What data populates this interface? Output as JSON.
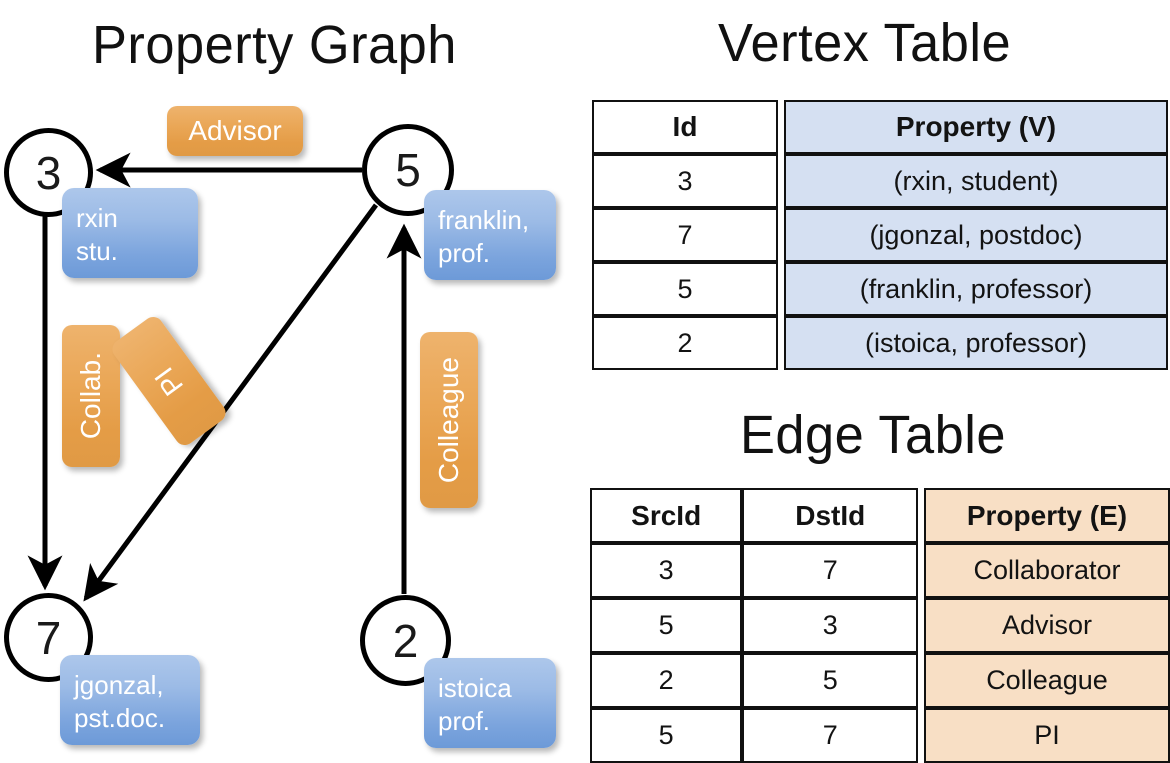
{
  "titles": {
    "property_graph": "Property Graph",
    "vertex_table": "Vertex Table",
    "edge_table": "Edge Table"
  },
  "graph": {
    "nodes": [
      {
        "id": "3",
        "property_lines": [
          "rxin",
          "stu."
        ]
      },
      {
        "id": "5",
        "property_lines": [
          "franklin,",
          "prof."
        ]
      },
      {
        "id": "7",
        "property_lines": [
          "jgonzal,",
          "pst.doc."
        ]
      },
      {
        "id": "2",
        "property_lines": [
          "istoica",
          "prof."
        ]
      }
    ],
    "edge_labels": [
      {
        "name": "advisor",
        "text": "Advisor"
      },
      {
        "name": "collab",
        "text": "Collab."
      },
      {
        "name": "pi",
        "text": "PI"
      },
      {
        "name": "colleague",
        "text": "Colleague"
      }
    ],
    "colors": {
      "node_stroke": "#000000",
      "vertex_box_fill": "#7ba4dd",
      "edge_box_fill": "#e9a757",
      "edge_line": "#000000"
    }
  },
  "vertex_table": {
    "headers": [
      "Id",
      "Property (V)"
    ],
    "rows": [
      {
        "id": "3",
        "property": "(rxin, student)"
      },
      {
        "id": "7",
        "property": "(jgonzal, postdoc)"
      },
      {
        "id": "5",
        "property": "(franklin, professor)"
      },
      {
        "id": "2",
        "property": "(istoica, professor)"
      }
    ],
    "property_fill": "#d5e0f2"
  },
  "edge_table": {
    "headers": [
      "SrcId",
      "DstId",
      "Property (E)"
    ],
    "rows": [
      {
        "src": "3",
        "dst": "7",
        "property": "Collaborator"
      },
      {
        "src": "5",
        "dst": "3",
        "property": "Advisor"
      },
      {
        "src": "2",
        "dst": "5",
        "property": "Colleague"
      },
      {
        "src": "5",
        "dst": "7",
        "property": "PI"
      }
    ],
    "property_fill": "#f8dfc5"
  }
}
